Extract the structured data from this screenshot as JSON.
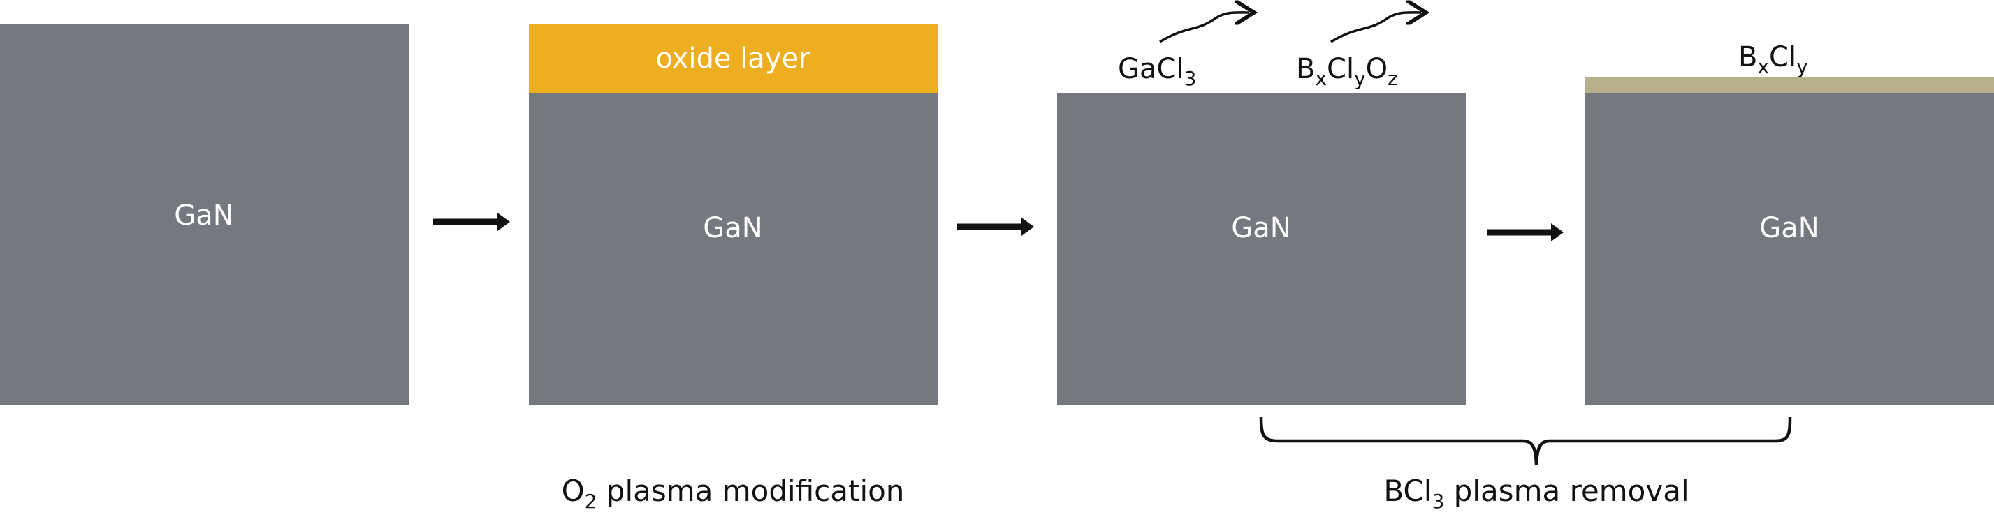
{
  "colors": {
    "gan": "#75797f",
    "oxide": "#eeae22",
    "bxcly": "#b7b08c",
    "arrow": "#111111",
    "text_dark": "#111111",
    "text_light": "#ffffff"
  },
  "blocks": [
    {
      "label": "GaN"
    },
    {
      "label": "GaN",
      "layer": "oxide layer"
    },
    {
      "label": "GaN"
    },
    {
      "label": "GaN"
    }
  ],
  "products": {
    "gacl3": {
      "base": "GaCl",
      "sub": "3"
    },
    "bxclyoz": {
      "b": "B",
      "x": "x",
      "cl": "Cl",
      "y": "y",
      "o": "O",
      "z": "z"
    }
  },
  "surface_layer": {
    "b": "B",
    "x": "x",
    "cl": "Cl",
    "y": "y"
  },
  "captions": {
    "o2": {
      "pre": "O",
      "sub": "2",
      "post": " plasma modification"
    },
    "bcl3": {
      "pre": "BCl",
      "sub": "3",
      "post": " plasma removal"
    }
  },
  "icons": [
    "right-arrow-icon",
    "curved-arrow-icon",
    "brace-icon"
  ]
}
